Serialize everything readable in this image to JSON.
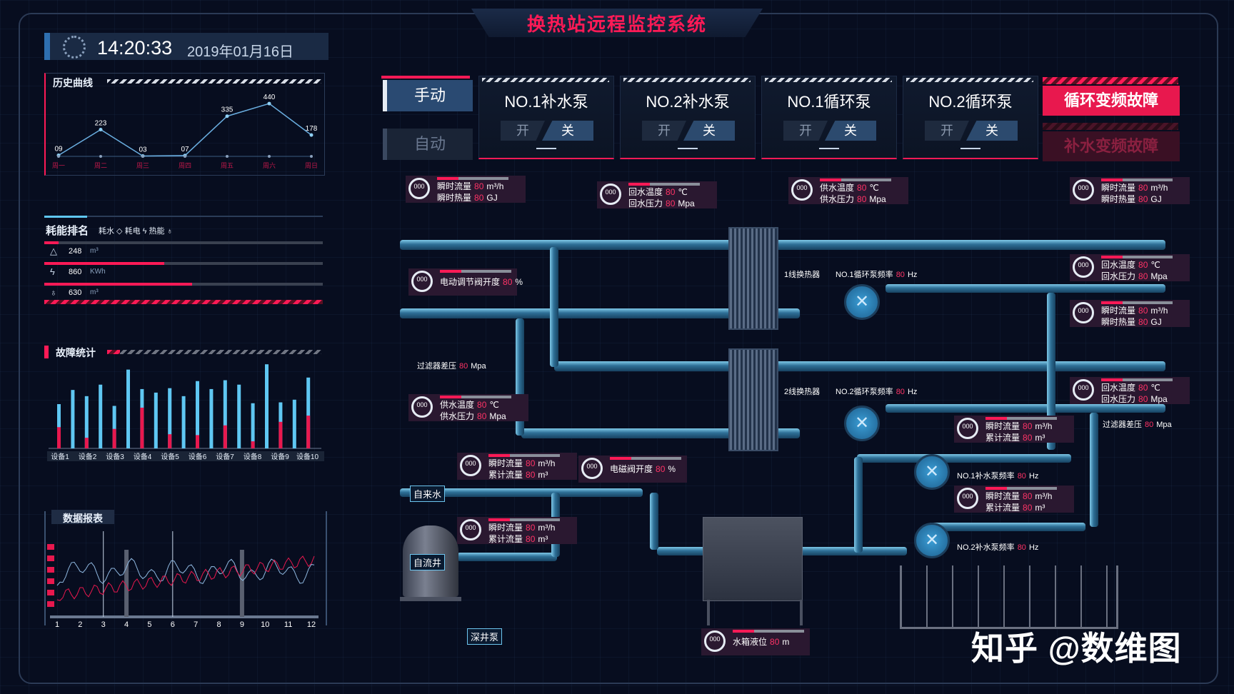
{
  "title": "换热站远程监控系统",
  "clock": {
    "time": "14:20:33",
    "date": "2019年01月16日"
  },
  "history": {
    "title": "历史曲线",
    "values": [
      9,
      223,
      3,
      7,
      335,
      440,
      178
    ],
    "value_labels": [
      "09",
      "223",
      "03",
      "07",
      "335",
      "440",
      "178"
    ],
    "days": [
      "周一",
      "周二",
      "周三",
      "周四",
      "周五",
      "周六",
      "周日"
    ]
  },
  "energy": {
    "title": "耗能排名",
    "legend": [
      "耗水",
      "耗电",
      "热能"
    ],
    "items": [
      {
        "value": "248",
        "unit": "m³",
        "fraction": 0.05
      },
      {
        "value": "860",
        "unit": "KWh",
        "fraction": 0.43
      },
      {
        "value": "630",
        "unit": "m³",
        "fraction": 0.53
      }
    ]
  },
  "faults": {
    "title": "故障统计",
    "devices": [
      "设备1",
      "设备2",
      "设备3",
      "设备4",
      "设备5",
      "设备6",
      "设备7",
      "设备8",
      "设备9",
      "设备10"
    ]
  },
  "report": {
    "title": "数据报表",
    "x": [
      "1",
      "2",
      "3",
      "4",
      "5",
      "6",
      "7",
      "8",
      "9",
      "10",
      "11",
      "12"
    ]
  },
  "modes": {
    "manual": "手动",
    "auto": "自动"
  },
  "pumps": [
    {
      "name": "NO.1补水泵",
      "on": "开",
      "off": "关"
    },
    {
      "name": "NO.2补水泵",
      "on": "开",
      "off": "关"
    },
    {
      "name": "NO.1循环泵",
      "on": "开",
      "off": "关"
    },
    {
      "name": "NO.2循环泵",
      "on": "开",
      "off": "关"
    }
  ],
  "alarms": {
    "a1": "循环变频故障",
    "a2": "补水变频故障"
  },
  "gauge": "000",
  "v": "80",
  "labels": {
    "flow": "瞬时流量",
    "heat": "瞬时热量",
    "total": "累计流量",
    "rtemp": "回水温度",
    "rpress": "回水压力",
    "stemp": "供水温度",
    "spress": "供水压力",
    "valve": "电动调节阀开度",
    "mvalve": "电磁阀开度",
    "filter": "过滤器差压",
    "hx1": "1线换热器",
    "hx2": "2线换热器",
    "cf1": "NO.1循环泵频率",
    "cf2": "NO.2循环泵频率",
    "mf1": "NO.1补水泵频率",
    "mf2": "NO.2补水泵频率",
    "tank": "水箱液位",
    "tap": "自来水",
    "well": "自流井",
    "deep": "深井泵"
  },
  "units": {
    "m3h": "m³/h",
    "gj": "GJ",
    "c": "℃",
    "mpa": "Mpa",
    "hz": "Hz",
    "m3": "m³",
    "pct": "%",
    "m": "m"
  },
  "watermark": "知乎 @数维图",
  "colors": {
    "accent": "#ff1a56",
    "pipe": "#3b9ed6",
    "bar_blue": "#5fc7f2"
  }
}
